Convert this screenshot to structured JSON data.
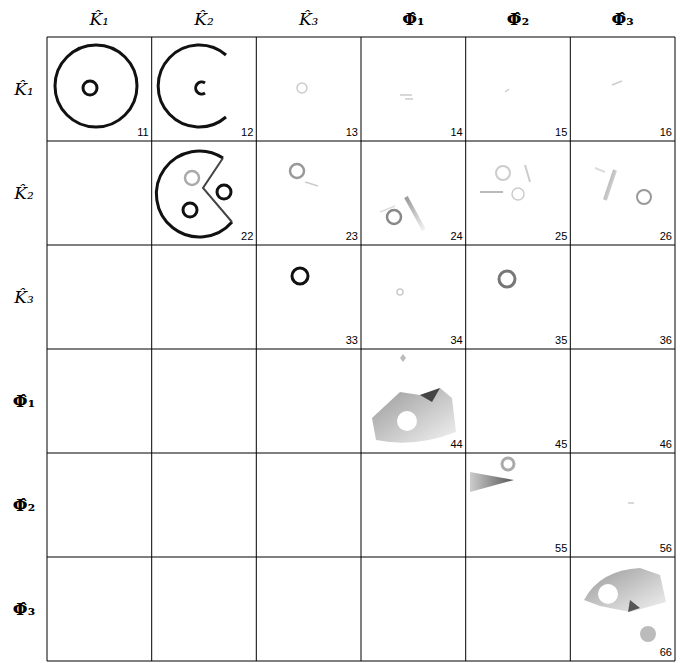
{
  "diagram": {
    "labels": [
      "K̂₁",
      "K̂₂",
      "K̂₃",
      "Φ̂₁",
      "Φ̂₂",
      "Φ̂₃",
      "K̂₁",
      "11",
      "12",
      "13",
      "14",
      "15",
      "16",
      "K̂₂",
      "22",
      "23",
      "24",
      "25",
      "26",
      "K̂₃",
      "33",
      "34",
      "35",
      "36",
      "Φ̂₁",
      "44",
      "45",
      "46",
      "Φ̂₂",
      "55",
      "56",
      "Φ̂₃",
      "66"
    ]
  }
}
